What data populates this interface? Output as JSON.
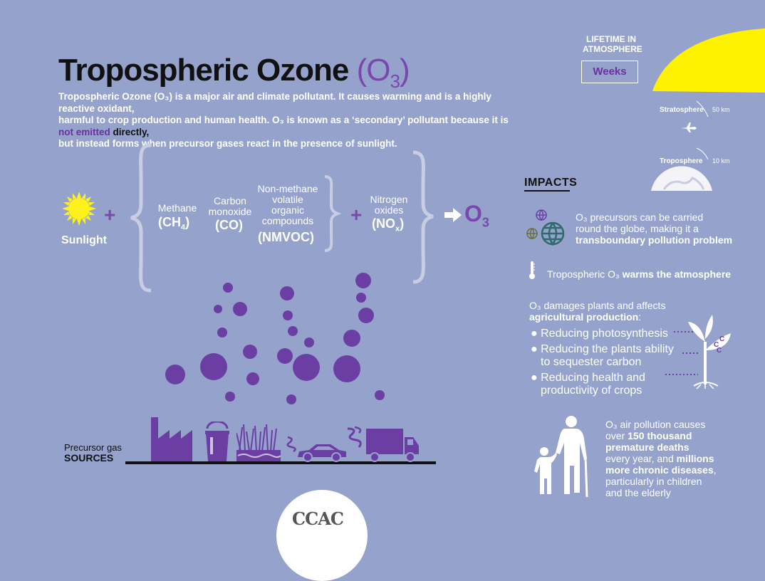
{
  "title": {
    "main": "Tropospheric Ozone",
    "formula": "(O",
    "formula_sub": "3",
    "formula_close": ")"
  },
  "intro": {
    "line1": "Tropospheric Ozone (O₃) is a major air and climate pollutant. It causes warming and is a highly reactive oxidant,",
    "line2": "harmful to crop production and human health. O₃ is known as a ‘secondary’ pollutant because it is",
    "highlight": "not emitted",
    "dark": "directly,",
    "line3": "but instead forms when precursor gases react in the presence of sunlight."
  },
  "equation": {
    "sunlight": "Sunlight",
    "plus": "+",
    "methane_label": "Methane",
    "methane_formula": "(CH",
    "methane_sub": "4",
    "methane_close": ")",
    "co_label_1": "Carbon",
    "co_label_2": "monoxide",
    "co_formula": "(CO)",
    "nmvoc_label_1": "Non-methane",
    "nmvoc_label_2": "volatile",
    "nmvoc_label_3": "organic",
    "nmvoc_label_4": "compounds",
    "nmvoc_formula": "(NMVOC)",
    "nox_label_1": "Nitrogen",
    "nox_label_2": "oxides",
    "nox_formula": "(NO",
    "nox_sub": "x",
    "nox_close": ")",
    "result": "O",
    "result_sub": "3"
  },
  "sources": {
    "label": "Precursor gas",
    "bold": "SOURCES"
  },
  "lifetime": {
    "line1": "LIFETIME IN",
    "line2": "ATMOSPHERE",
    "value": "Weeks"
  },
  "atmosphere": {
    "strato": "Stratosphere",
    "strato_km": "50 km",
    "tropo": "Troposphere",
    "tropo_km": "10 km"
  },
  "impacts": {
    "title": "IMPACTS",
    "i1_a": "O₃ precursors can be carried",
    "i1_b": "round the globe, making it a",
    "i1_c": "transboundary pollution problem",
    "i2_a": "Tropospheric O₃",
    "i2_b": "warms the atmosphere",
    "i3_a": "O₃ damages plants and affects",
    "i3_b": "agricultural production",
    "i3_c": ":",
    "b1": "Reducing photosynthesis",
    "b2a": "Reducing the plants ability",
    "b2b": "to sequester carbon",
    "b3a": "Reducing health and",
    "b3b": "productivity of crops",
    "carbon": [
      "C",
      "C",
      "C"
    ],
    "h1": "O₃  air pollution causes",
    "h2a": "over",
    "h2b": "150 thousand",
    "h3": "premature deaths",
    "h4": "every year, and",
    "h4b": "millions",
    "h5": "more chronic diseases",
    "h5b": ",",
    "h6": "particularly in children",
    "h7": "and the elderly"
  },
  "logo": "CCAC",
  "colors": {
    "background": "#95a2cc",
    "accent": "#7a48ad",
    "bubble": "#6b3ea3",
    "sun": "#fff21a",
    "yellow": "#fff200"
  }
}
